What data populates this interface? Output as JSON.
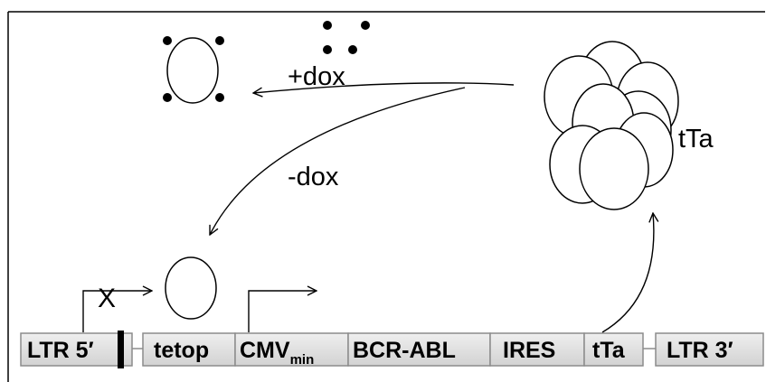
{
  "labels": {
    "plus_dox": "+dox",
    "minus_dox": "-dox",
    "tta_cluster": "tTa",
    "blocked_mark": "X"
  },
  "construct": {
    "ltr5": "LTR 5′",
    "tetop": "tetop",
    "cmv_main": "CMV",
    "cmv_sub": "min",
    "bcr_abl": "BCR-ABL",
    "ires": "IRES",
    "tta": "tTa",
    "ltr3": "LTR 3′"
  },
  "colors": {
    "segment_fill": "#dcdcdc",
    "segment_stroke": "#8c8c8c",
    "line": "#000000"
  }
}
